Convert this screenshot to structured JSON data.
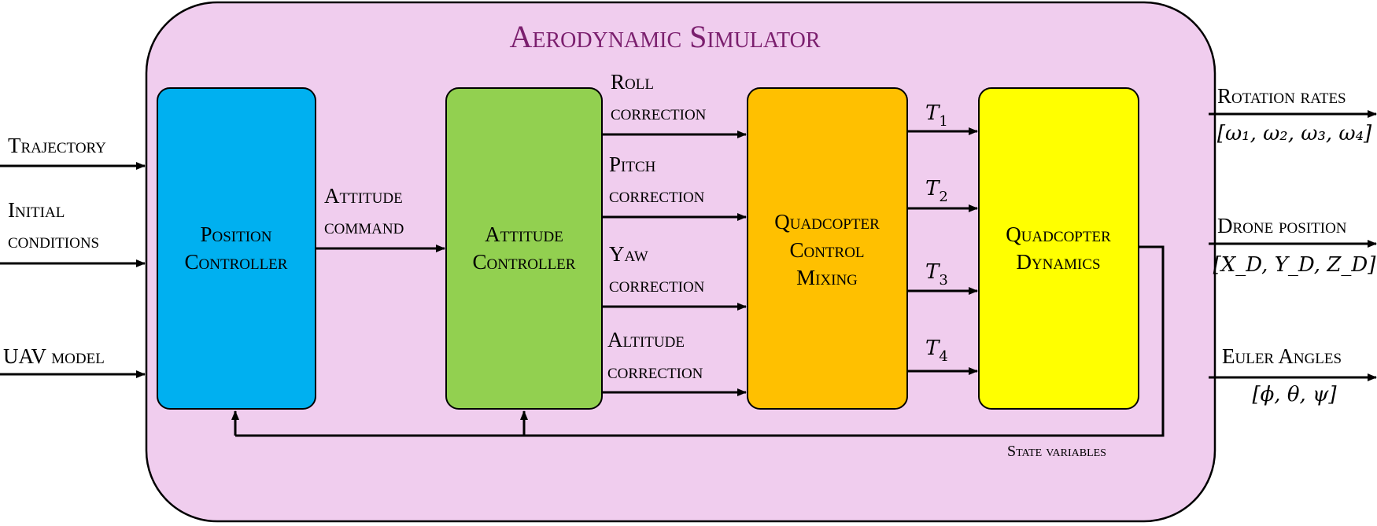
{
  "title": "Aerodynamic Simulator",
  "inputs": {
    "trajectory": "Trajectory",
    "initial_conditions_line1": "Initial",
    "initial_conditions_line2": "conditions",
    "uav_model": "UAV model"
  },
  "blocks": {
    "position_controller": [
      "Position",
      "Controller"
    ],
    "attitude_controller": [
      "Attitude",
      "Controller"
    ],
    "control_mixing": [
      "Quadcopter",
      "Control",
      "Mixing"
    ],
    "dynamics": [
      "Quadcopter",
      "Dynamics"
    ]
  },
  "signals": {
    "attitude_command": [
      "Attitude",
      "command"
    ],
    "roll_correction": [
      "Roll",
      "correction"
    ],
    "pitch_correction": [
      "Pitch",
      "correction"
    ],
    "yaw_correction": [
      "Yaw",
      "correction"
    ],
    "altitude_correction": [
      "Altitude",
      "correction"
    ],
    "thrusts": [
      "T",
      "T",
      "T",
      "T"
    ],
    "thrust_subscripts": [
      "1",
      "2",
      "3",
      "4"
    ],
    "state_variables": "State variables"
  },
  "outputs": {
    "rotation_rates": "Rotation rates",
    "rotation_rates_vector": "[ω₁, ω₂, ω₃, ω₄]",
    "drone_position": "Drone position",
    "drone_position_vector": "[X_D, Y_D, Z_D]",
    "euler_angles": "Euler Angles",
    "euler_angles_vector": "[ϕ, θ, ψ]"
  },
  "colors": {
    "simulator_fill": "#f0cdee",
    "title": "#7b1f6e",
    "position_controller": "#00b0f0",
    "attitude_controller": "#92d050",
    "control_mixing": "#ffc000",
    "dynamics": "#ffff00"
  }
}
